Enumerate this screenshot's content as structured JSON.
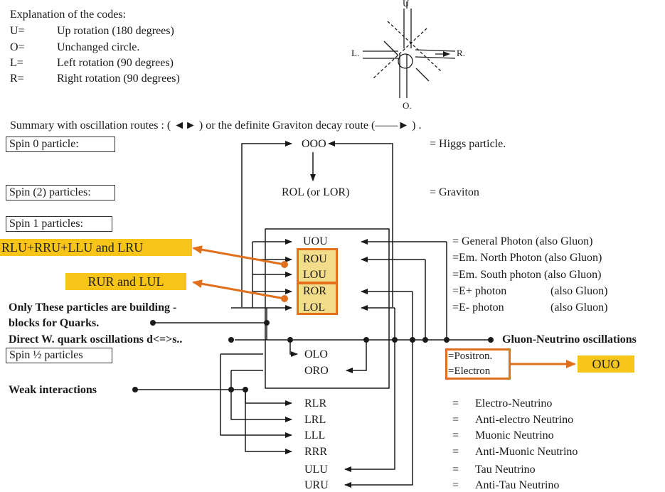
{
  "legend": {
    "title": "Explanation of the codes:",
    "items": [
      {
        "code": "U=",
        "desc": "Up  rotation (180 degrees)"
      },
      {
        "code": "O=",
        "desc": "Unchanged circle."
      },
      {
        "code": "L=",
        "desc": "Left rotation (90 degrees)"
      },
      {
        "code": "R=",
        "desc": "Right rotation (90 degrees)"
      }
    ]
  },
  "sketch": {
    "top": "U",
    "left": "L.",
    "right": "R.",
    "bottom": "O."
  },
  "summary": "Summary with oscillation routes : ( ◄► ) or the definite Graviton decay route (——► ) .",
  "spin_labels": {
    "spin0": "Spin 0 particle:",
    "spin2": "Spin (2) particles:",
    "spin1": "Spin 1 particles:",
    "spinhalf": "Spin ½ particles"
  },
  "nodes": {
    "ooo": "OOO",
    "rol": "ROL (or LOR)",
    "uou": "UOU",
    "rou": "ROU",
    "lou": "LOU",
    "ror": "ROR",
    "lol": "LOL",
    "olo": "OLO",
    "oro": "ORO",
    "rlr": "RLR",
    "lrl": "LRL",
    "lll": "LLL",
    "rrr": "RRR",
    "ulu": "ULU",
    "uru": "URU"
  },
  "descriptions": {
    "higgs": "= Higgs particle.",
    "graviton": "= Graviton",
    "photon": "= General Photon (also Gluon)",
    "north": "=Em. North Photon (also Gluon)",
    "south": "=Em. South photon (also Gluon)",
    "eplus": "=E+ photon",
    "eplus_note": "(also Gluon)",
    "eminus": "=E- photon",
    "eminus_note": "(also Gluon)",
    "positron": "=Positron.",
    "electron": "=Electron",
    "neutrinos": [
      {
        "eq": "=",
        "name": "Electro-Neutrino"
      },
      {
        "eq": "=",
        "name": "Anti-electro Neutrino"
      },
      {
        "eq": "=",
        "name": "Muonic Neutrino"
      },
      {
        "eq": "=",
        "name": "Anti-Muonic Neutrino"
      },
      {
        "eq": "=",
        "name": "Tau Neutrino"
      },
      {
        "eq": "=",
        "name": "Anti-Tau Neutrino"
      }
    ]
  },
  "side_labels": {
    "quarks1": "Only These particles are building -",
    "quarks2": "blocks for Quarks.",
    "wquark": "Direct W. quark oscillations d<=>s..",
    "weak": "Weak interactions",
    "gluon": "Gluon-Neutrino oscillations"
  },
  "callouts": {
    "c1": "RLU+RRU+LLU and LRU",
    "c2": "RUR and LUL",
    "c3": "OUO"
  },
  "colors": {
    "accent_orange": "#e0701c",
    "accent_yellow": "#f7c518",
    "highlight": "#f4dd8a",
    "ink": "#1a1a1a"
  }
}
